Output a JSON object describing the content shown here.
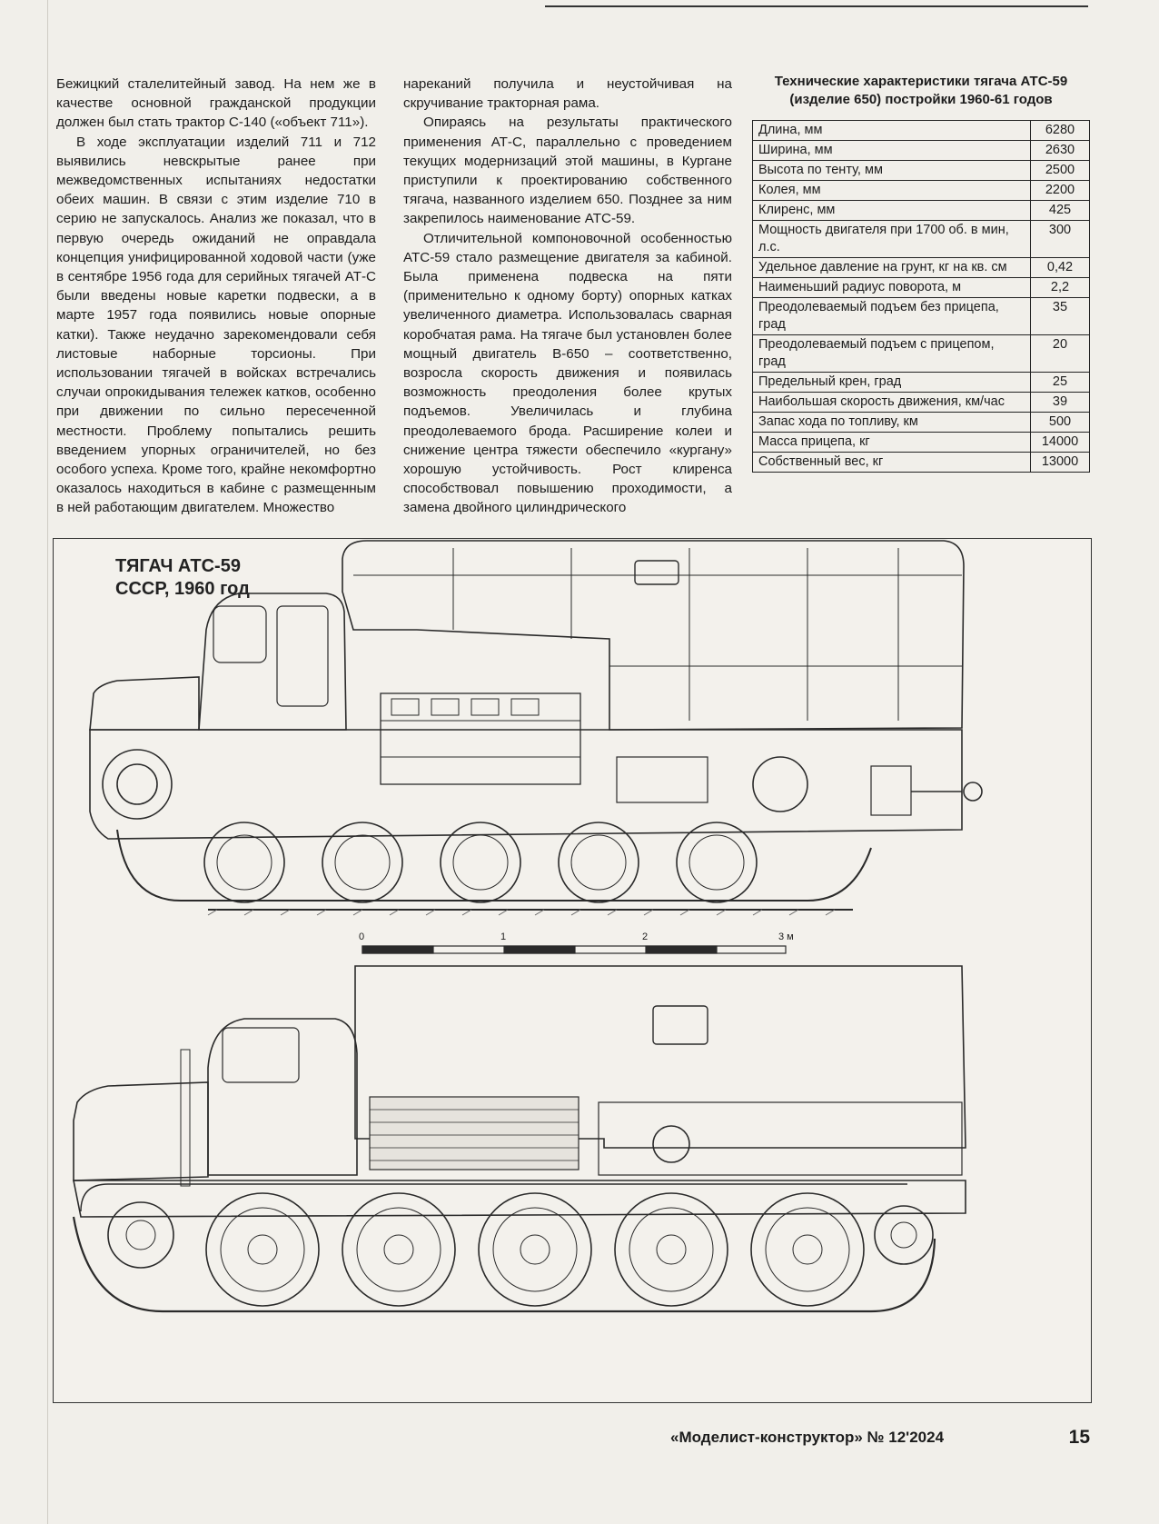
{
  "column1": {
    "paragraphs": [
      "Бежицкий сталелитейный завод. На нем же в качестве основной гражданской продукции должен был стать трактор С-140 («объект 711»).",
      "В ходе эксплуатации изделий 711 и 712 выявились невскрытые ранее при межведомственных испытаниях недостатки обеих машин. В связи с этим изделие 710 в серию не запускалось. Анализ же показал, что в первую очередь ожиданий не оправдала концепция унифицированной ходовой части (уже в сентябре 1956 года для серийных тягачей АТ-С были введены новые каретки подвески, а в марте 1957 года появились новые опорные катки). Также неудачно зарекомендовали себя листовые наборные торсионы. При использовании тягачей в войсках встречались случаи опрокидывания тележек катков, особенно при движении по сильно пересеченной местности. Проблему попытались решить введением упорных ограничителей, но без особого успеха. Кроме того, крайне некомфортно оказалось находиться в кабине с размещенным в ней работающим двигателем. Множество"
    ]
  },
  "column2": {
    "paragraphs": [
      "нареканий получила и неустойчивая на скручивание тракторная рама.",
      "Опираясь на результаты практического применения АТ-С, параллельно с проведением текущих модернизаций этой машины, в Кургане приступили к проектированию собственного тягача, названного изделием 650. Позднее за ним закрепилось наименование АТС-59.",
      "Отличительной компоновочной особенностью АТС-59 стало размещение двигателя за кабиной. Была применена подвеска на пяти (применительно к одному борту) опорных катках увеличенного диаметра. Использовалась сварная коробчатая рама. На тягаче был установлен более мощный двигатель В-650 – соответственно, возросла скорость движения и появилась возможность преодоления более крутых подъемов. Увеличилась и глубина преодолеваемого брода. Расширение колеи и снижение центра тяжести обеспечило «кургану» хорошую устойчивость. Рост клиренса способствовал повышению проходимости, а замена двойного цилиндрического"
    ]
  },
  "spec": {
    "title_line1": "Технические характеристики тягача АТС-59",
    "title_line2": "(изделие 650) постройки 1960-61 годов",
    "rows": [
      {
        "label": "Длина, мм",
        "value": "6280"
      },
      {
        "label": "Ширина, мм",
        "value": "2630"
      },
      {
        "label": "Высота по тенту, мм",
        "value": "2500"
      },
      {
        "label": "Колея, мм",
        "value": "2200"
      },
      {
        "label": "Клиренс, мм",
        "value": "425"
      },
      {
        "label": "Мощность двигателя при 1700 об. в мин, л.с.",
        "value": "300"
      },
      {
        "label": "Удельное давление на грунт, кг на кв. см",
        "value": "0,42"
      },
      {
        "label": "Наименьший радиус поворота, м",
        "value": "2,2"
      },
      {
        "label": "Преодолеваемый подъем без прицепа, град",
        "value": "35"
      },
      {
        "label": "Преодолеваемый подъем с прицепом, град",
        "value": "20"
      },
      {
        "label": "Предельный крен, град",
        "value": "25"
      },
      {
        "label": "Наибольшая скорость движения, км/час",
        "value": "39"
      },
      {
        "label": "Запас хода по топливу, км",
        "value": "500"
      },
      {
        "label": "Масса прицепа, кг",
        "value": "14000"
      },
      {
        "label": "Собственный вес, кг",
        "value": "13000"
      }
    ]
  },
  "drawing": {
    "caption_line1": "ТЯГАЧ АТС-59",
    "caption_line2": "СССР, 1960 год",
    "scale_labels": [
      "0",
      "1",
      "2",
      "3 м"
    ]
  },
  "footer": {
    "magazine": "«Моделист-конструктор» № 12'2024",
    "page_number": "15"
  }
}
